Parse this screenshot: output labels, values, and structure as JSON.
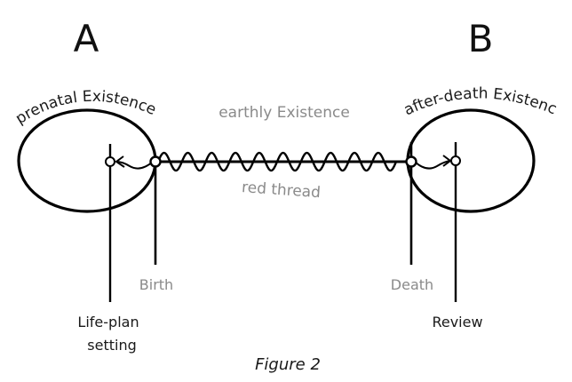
{
  "diagram": {
    "heading_a": "A",
    "heading_b": "B",
    "prenatal_label": "prenatal Existence",
    "afterdeath_label": "after-death Existence",
    "earthly_label": "earthly Existence",
    "red_thread_label": "red thread",
    "birth_label": "Birth",
    "death_label": "Death",
    "lifeplan_label_line1": "Life-plan",
    "lifeplan_label_line2": "setting",
    "review_label": "Review",
    "caption": "Figure 2"
  }
}
